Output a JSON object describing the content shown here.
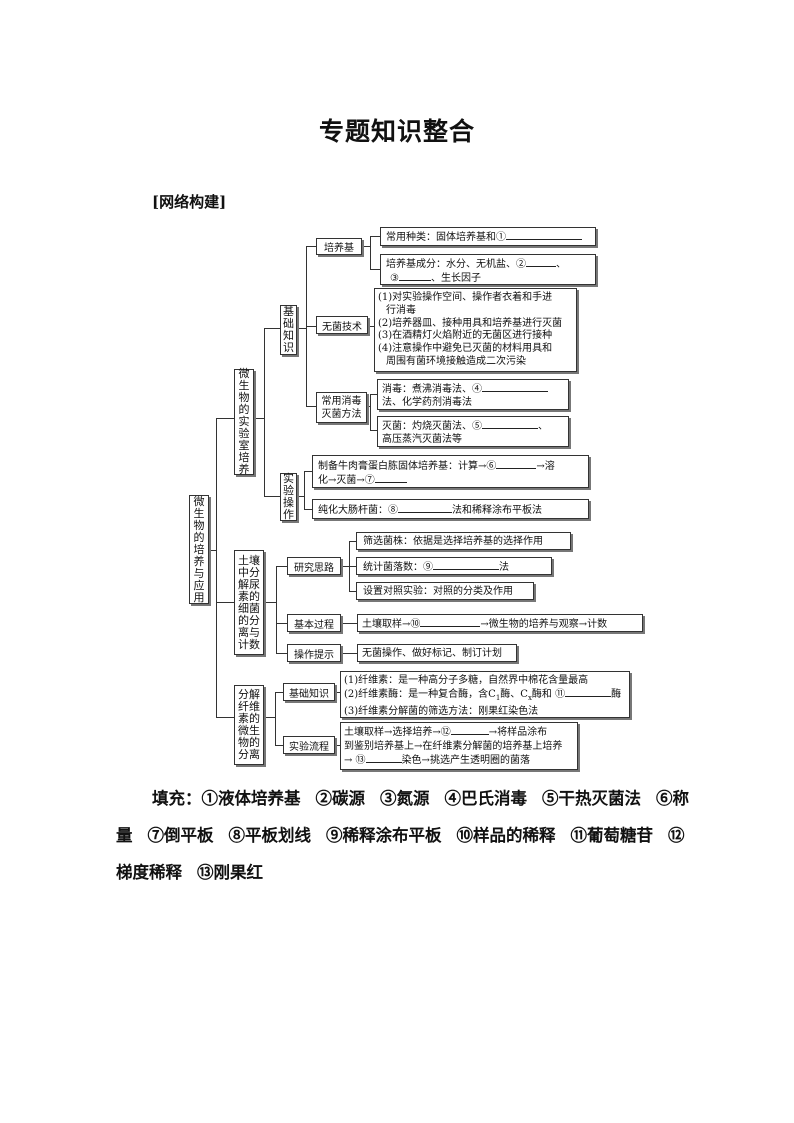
{
  "title": "专题知识整合",
  "section": "[网络构建]",
  "root": "微生物的培养与应用",
  "branch1": {
    "label": "微生物的实验室培养",
    "basics": "基础知识",
    "culture": {
      "label": "培养基",
      "types": "常用种类：固体培养基和①",
      "comp_a": "培养基成分：水分、无机盐、②",
      "comp_b1": "、",
      "comp_b2": "③",
      "comp_b3": "、生长因子"
    },
    "sterile": {
      "label": "无菌技术",
      "l1": "(1)对实验操作空间、操作者衣着和手进",
      "l2": "行消毒",
      "l3": "(2)培养器皿、接种用具和培养基进行灭菌",
      "l4": "(3)在酒精灯火焰附近的无菌区进行接种",
      "l5": "(4)注意操作中避免已灭菌的材料用具和",
      "l6": "周围有菌环境接触造成二次污染"
    },
    "methods": {
      "label_a": "常用消毒",
      "label_b": "灭菌方法",
      "dis_a": "消毒：煮沸消毒法、④",
      "dis_b": "法、化学药剂消毒法",
      "ster_a": "灭菌：灼烧灭菌法、⑤",
      "ster_a2": "、",
      "ster_b": "高压蒸汽灭菌法等"
    },
    "ops": "实验操作",
    "prep_a": "制备牛肉膏蛋白胨固体培养基：计算→⑥",
    "prep_a2": "→溶",
    "prep_b1": "化→灭菌→⑦",
    "purify_a": "纯化大肠杆菌：⑧",
    "purify_b": "法和稀释涂布平板法"
  },
  "branch2": {
    "label": "土壤中分解尿素的细菌的分离与计数",
    "idea": "研究思路",
    "screen": "筛选菌株：依据是选择培养基的选择作用",
    "count_a": "统计菌落数：⑨",
    "count_b": "法",
    "control": "设置对照实验：对照的分类及作用",
    "process": "基本过程",
    "proc_a": "土壤取样→⑩",
    "proc_b": "→微生物的培养与观察→计数",
    "tips": "操作提示",
    "tips_text": "无菌操作、做好标记、制订计划"
  },
  "branch3": {
    "label": "分解纤维素的微生物的分离",
    "basic": "基础知识",
    "b1": "(1)纤维素：是一种高分子多糖，自然界中棉花含量最高",
    "b2a": "(2)纤维素酶：是一种复合酶，含C",
    "b2sub1": "1",
    "b2b": "酶、C",
    "b2sub2": "x",
    "b2c": "酶和 ⑪",
    "b2d": "酶",
    "b3": "(3)纤维素分解菌的筛选方法：刚果红染色法",
    "flow": "实验流程",
    "f1a": "土壤取样→选择培养→⑫",
    "f1b": "→将样品涂布",
    "f2": "到鉴别培养基上→在纤维素分解菌的培养基上培养",
    "f3a": "→ ⑬",
    "f3b": "染色→挑选产生透明圈的菌落"
  },
  "answers": {
    "prefix": "填充：",
    "items": [
      "①液体培养基",
      "②碳源",
      "③氮源",
      "④巴氏消毒",
      "⑤干热灭菌法",
      "⑥称量",
      "⑦倒平板",
      "⑧平板划线",
      "⑨稀释涂布平板",
      "⑩样品的稀释",
      "⑪葡萄糖苷",
      "⑫梯度稀释",
      "⑬刚果红"
    ]
  }
}
